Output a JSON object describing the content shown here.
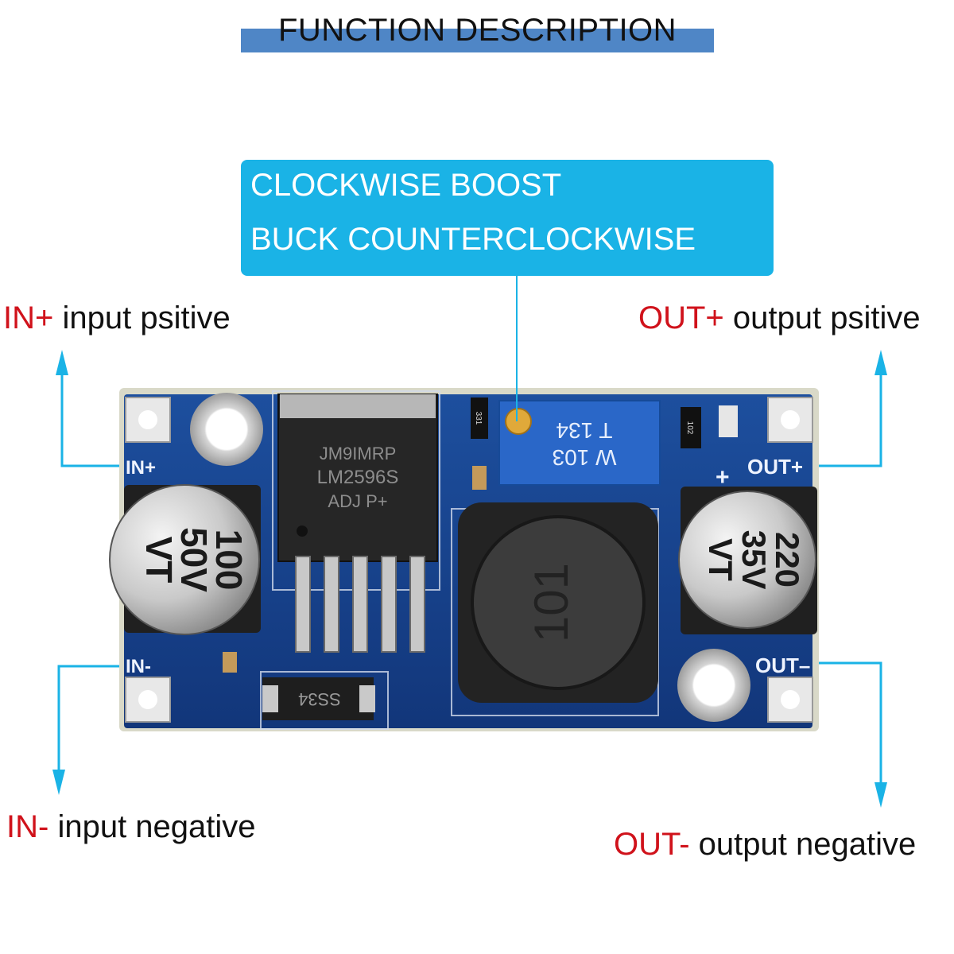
{
  "title": "FUNCTION DESCRIPTION",
  "callout": {
    "line1": "CLOCKWISE BOOST",
    "line2": "BUCK COUNTERCLOCKWISE"
  },
  "labels": {
    "in_plus": {
      "pin": "IN+",
      "text": " input psitive"
    },
    "out_plus": {
      "pin": "OUT+",
      "text": " output psitive"
    },
    "in_minus": {
      "pin": "IN-",
      "text": " input negative"
    },
    "out_minus": {
      "pin": "OUT-",
      "text": " output negative"
    }
  },
  "board": {
    "silk_in_plus": "IN+",
    "silk_in_minus": "IN-",
    "silk_out_plus": "OUT+",
    "silk_out_minus": "OUT–",
    "silk_plus": "+",
    "cap_in": {
      "v1": "100",
      "v2": "50V",
      "v3": "VT"
    },
    "cap_out": {
      "v1": "220",
      "v2": "35V",
      "v3": "VT"
    },
    "ic": {
      "l1": "JM9IMRP",
      "l2": "LM2596S",
      "l3": "ADJ   P+"
    },
    "pot": {
      "l1": "W  103",
      "l2": "T  134"
    },
    "diode": "SS34",
    "inductor": "101",
    "r1": "331",
    "r2": "102"
  },
  "colors": {
    "title_bar": "#4f86c6",
    "callout": "#1ab3e6",
    "arrow": "#1ab3e6",
    "pin_label": "#d0121b",
    "pcb": "#17418a"
  }
}
